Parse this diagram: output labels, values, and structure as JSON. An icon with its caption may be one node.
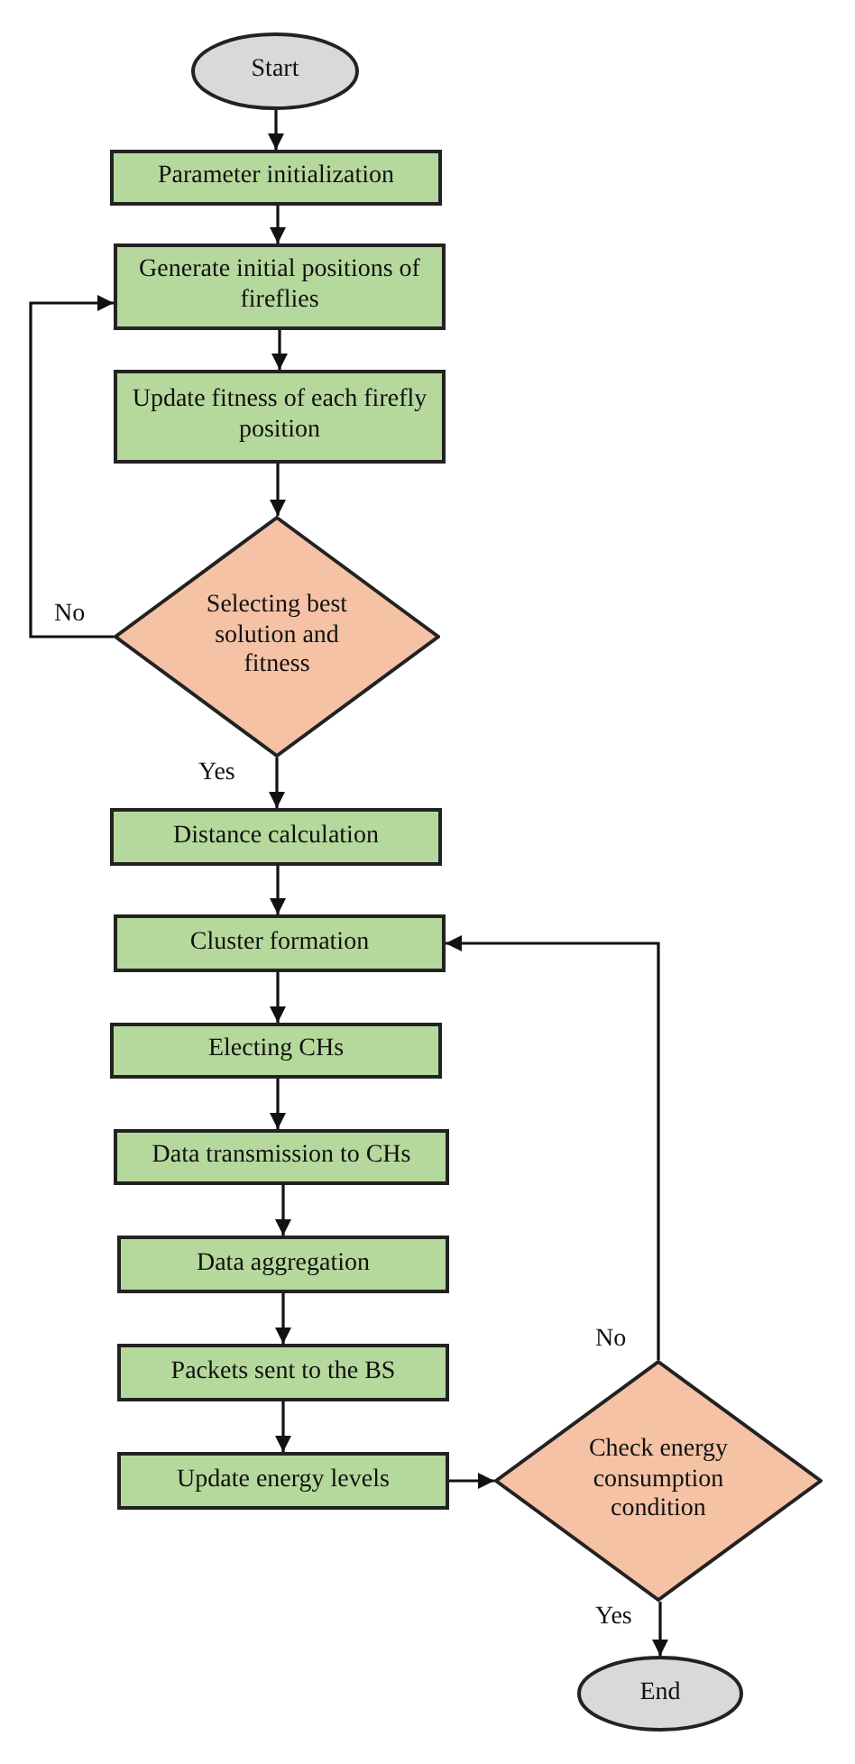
{
  "diagram": {
    "nodes": [
      {
        "text": [
          "Start"
        ]
      },
      {
        "text": [
          "Parameter initialization"
        ]
      },
      {
        "text": [
          "Generate initial positions of fireflies"
        ]
      },
      {
        "text": [
          "Update fitness of each firefly position"
        ]
      },
      {
        "text": [
          "Selecting best solution and fitness"
        ]
      },
      {
        "text": [
          "Distance calculation"
        ]
      },
      {
        "text": [
          "Cluster formation"
        ]
      },
      {
        "text": [
          "Electing CHs"
        ]
      },
      {
        "text": [
          "Data transmission to CHs"
        ]
      },
      {
        "text": [
          "Data aggregation"
        ]
      },
      {
        "text": [
          "Packets sent to the BS"
        ]
      },
      {
        "text": [
          "Update energy levels"
        ]
      },
      {
        "text": [
          "Check energy consumption condition"
        ]
      },
      {
        "text": [
          "End"
        ]
      }
    ],
    "edges": [
      {
        "from": 0,
        "to": 1,
        "arrow": "to"
      },
      {
        "from": 1,
        "to": 2,
        "arrow": "to"
      },
      {
        "from": 2,
        "to": 3,
        "arrow": "to"
      },
      {
        "from": 3,
        "to": 4,
        "arrow": "to"
      },
      {
        "from": 4,
        "to": 2,
        "arrow": "to",
        "label": "No"
      },
      {
        "from": 4,
        "to": 5,
        "arrow": "to",
        "label": "Yes"
      },
      {
        "from": 5,
        "to": 6,
        "arrow": "to"
      },
      {
        "from": 6,
        "to": 7,
        "arrow": "to"
      },
      {
        "from": 7,
        "to": 8,
        "arrow": "to"
      },
      {
        "from": 8,
        "to": 9,
        "arrow": "to"
      },
      {
        "from": 9,
        "to": 10,
        "arrow": "to"
      },
      {
        "from": 10,
        "to": 11,
        "arrow": "to"
      },
      {
        "from": 11,
        "to": 12,
        "arrow": "to"
      },
      {
        "from": 12,
        "to": 6,
        "arrow": "to",
        "label": "No"
      },
      {
        "from": 12,
        "to": 13,
        "arrow": "to",
        "label": "Yes"
      }
    ]
  }
}
